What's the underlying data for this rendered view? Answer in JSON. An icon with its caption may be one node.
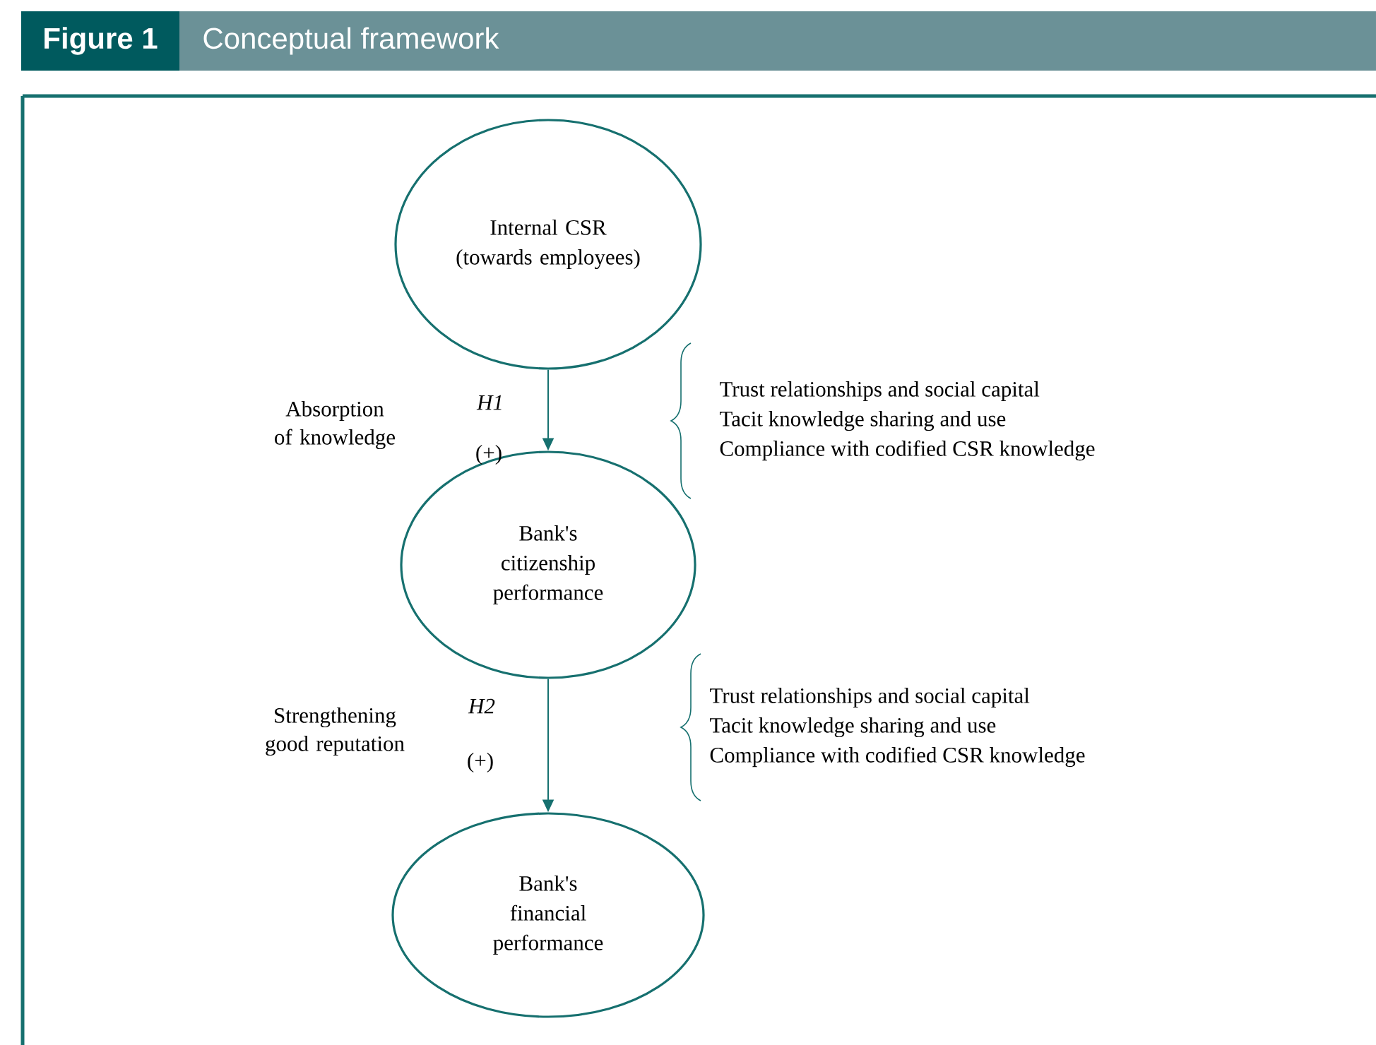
{
  "diagram": {
    "title": "Conceptual framework",
    "nodes": [
      {
        "text": [
          "Internal CSR (towards employees)"
        ]
      },
      {
        "text": [
          "Bank's citizenship performance"
        ]
      },
      {
        "text": [
          "Bank's financial performance"
        ]
      }
    ],
    "edges": [
      {
        "from": 0,
        "to": 1,
        "arrow": "to"
      },
      {
        "from": 1,
        "to": 2,
        "arrow": "to"
      }
    ],
    "labels": [
      "Figure 1",
      "Absorption of knowledge",
      "H1",
      "(+)",
      "Trust relationships and social capital",
      "Tacit knowledge sharing and use",
      "Compliance with codified CSR knowledge",
      "Strengthening good reputation",
      "H2",
      "(+)",
      "Trust relationships and social capital",
      "Tacit knowledge sharing and use",
      "Compliance with codified CSR knowledge"
    ]
  }
}
